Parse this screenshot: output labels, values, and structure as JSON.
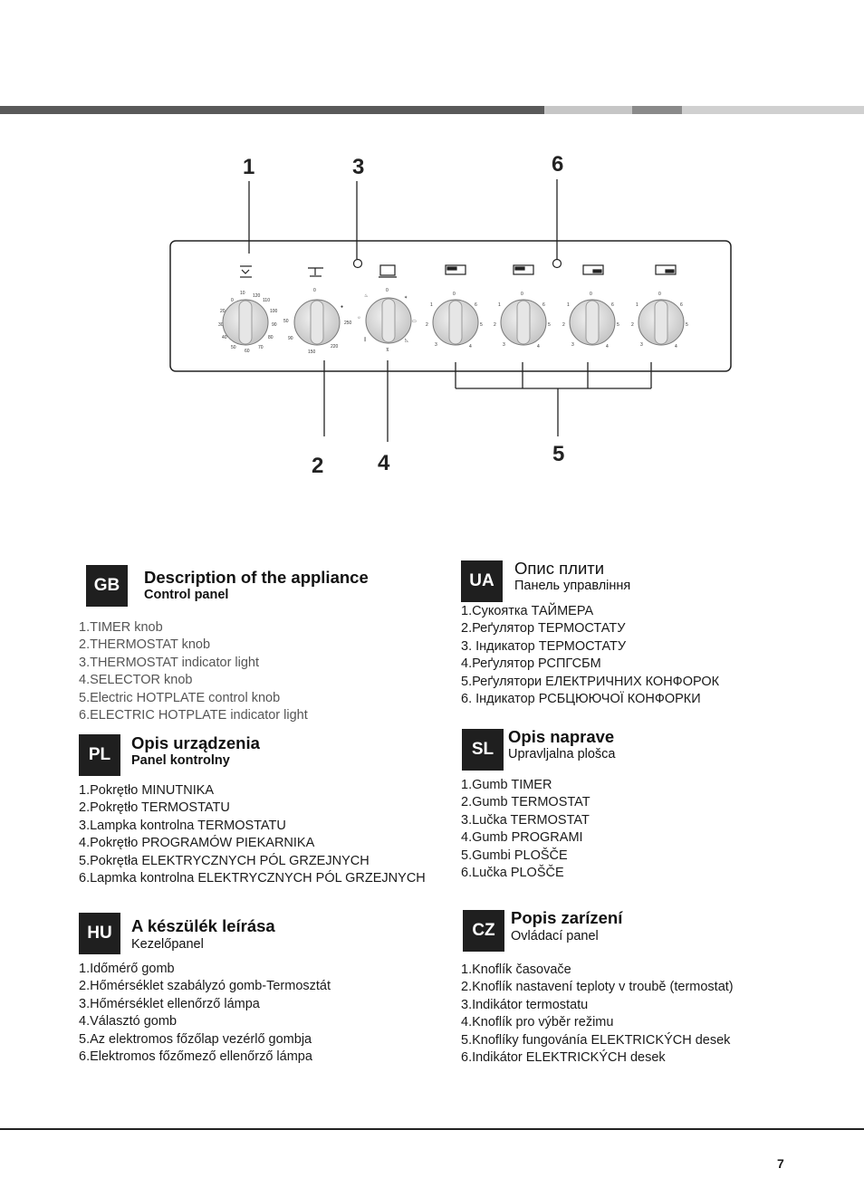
{
  "colors": {
    "bar_dark": "#5a5a5a",
    "bar_light": "#c6c6c6",
    "bar_mid": "#8a8a8a",
    "badge": "#1f1f1f",
    "knob": "#d4d4d4"
  },
  "diagram": {
    "callouts": [
      "1",
      "2",
      "3",
      "4",
      "5",
      "6"
    ],
    "knob_icons": [
      "timer-icon",
      "thermostat-icon",
      "oven-program-icon",
      "hotplate-icon",
      "hotplate-icon",
      "hotplate-icon",
      "hotplate-icon"
    ]
  },
  "sections": {
    "gb": {
      "code": "GB",
      "title": "Description of the appliance",
      "subtitle": "Control panel",
      "items": [
        "1.TIMER knob",
        "2.THERMOSTAT knob",
        "3.THERMOSTAT indicator light",
        "4.SELECTOR knob",
        "5.Electric HOTPLATE control knob",
        "6.ELECTRIC HOTPLATE indicator light"
      ]
    },
    "ua": {
      "code": "UA",
      "title": "Опис плити",
      "subtitle": "Панель управління",
      "items": [
        "1.Сукоятка ТАЙМЕРА",
        "2.Реґулятор ТЕРМОСТАТУ",
        "3. Індикатор ТЕРМОСТАТУ",
        "4.Реґулятор РСПГСБМ",
        "5.Реґулятори ЕЛЕКТРИЧНИХ КОНФОРОК",
        "6. Індикатор РСБЦЮЮЧОЇ КОНФОРКИ"
      ]
    },
    "pl": {
      "code": "PL",
      "title": "Opis urządzenia",
      "subtitle": "Panel  kontrolny",
      "items": [
        "1.Pokrętło MINUTNIKA",
        "2.Pokrętło TERMOSTATU",
        "3.Lampka kontrolna TERMOSTATU",
        "4.Pokrętło PROGRAMÓW PIEKARNIKA",
        "5.Pokrętła  ELEKTRYCZNYCH PÓL GRZEJNYCH",
        "6.Lapmka kontrolna ELEKTRYCZNYCH PÓL GRZEJNYCH"
      ]
    },
    "sl": {
      "code": "SL",
      "title": "Opis naprave",
      "subtitle": "Upravljalna plošca",
      "items": [
        "1.Gumb TIMER",
        "2.Gumb TERMOSTAT",
        "3.Lučka TERMOSTAT",
        "4.Gumb  PROGRAMI",
        "5.Gumbi PLOŠČE",
        "6.Lučka PLOŠČE"
      ]
    },
    "hu": {
      "code": "HU",
      "title": "A készülék leírása",
      "subtitle": "Kezelőpanel",
      "items": [
        "1.Időmérő gomb",
        "2.Hőmérséklet szabályzó gomb-Termosztát",
        "3.Hőmérséklet ellenőrző lámpa",
        "4.Választó gomb",
        "5.Az elektromos főzőlap vezérlő gombja",
        "6.Elektromos főzőmező ellenőrző lámpa"
      ]
    },
    "cz": {
      "code": "CZ",
      "title": "Popis zarízení",
      "subtitle": "Ovládací panel",
      "items": [
        "1.Knoflík časovače",
        "2.Knoflík nastavení teploty v troubě (termostat)",
        "3.Indikátor termostatu",
        "4.Knoflík pro výběr režimu",
        "5.Knoflíky fungovánía ELEKTRICKÝCH desek",
        "6.Indikátor ELEKTRICKÝCH desek"
      ]
    }
  },
  "page_number": "7"
}
